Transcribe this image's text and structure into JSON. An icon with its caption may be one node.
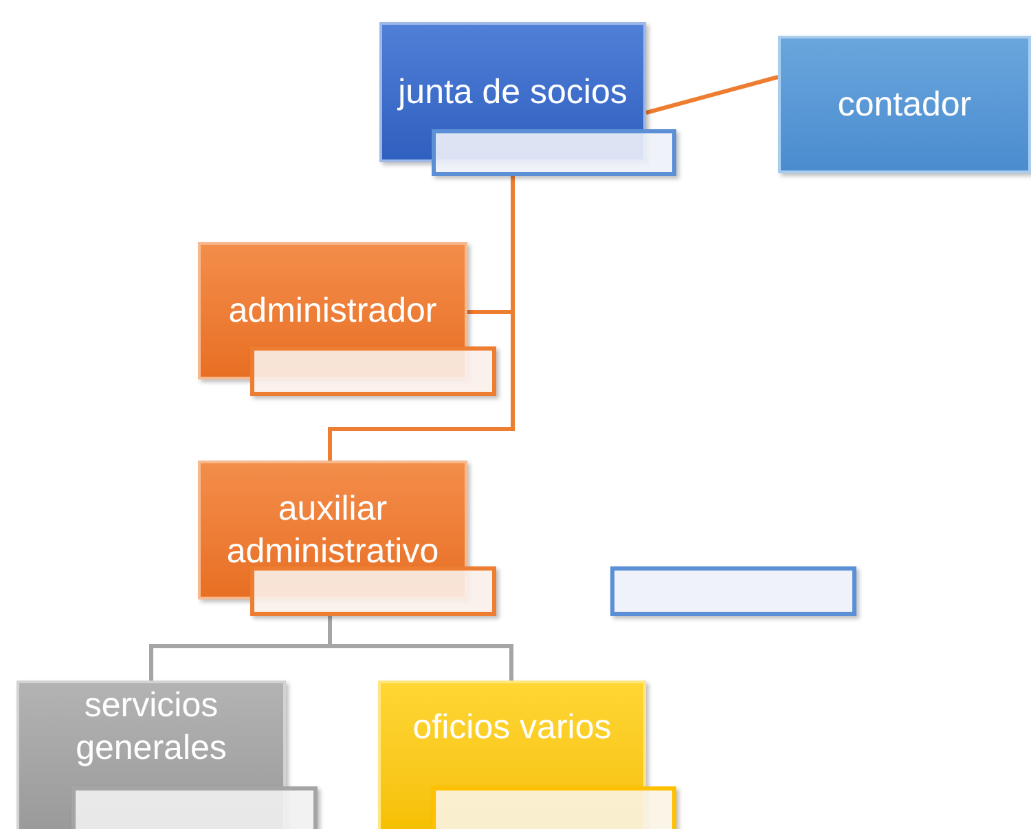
{
  "diagram": {
    "nodes": [
      {
        "text": [
          "junta de socios"
        ]
      },
      {
        "text": [],
        "shape": "box"
      },
      {
        "text": [
          "contador"
        ]
      },
      {
        "text": [
          "administrador"
        ]
      },
      {
        "text": [],
        "shape": "box"
      },
      {
        "text": [
          "auxiliar administrativo"
        ]
      },
      {
        "text": [],
        "shape": "box"
      },
      {
        "text": [],
        "shape": "box"
      },
      {
        "text": [
          "servicios generales"
        ]
      },
      {
        "text": [],
        "shape": "box"
      },
      {
        "text": [
          "oficios varios"
        ]
      },
      {
        "text": [],
        "shape": "box"
      }
    ],
    "edges": [
      {
        "from": 0,
        "to": 2,
        "arrow": "none"
      },
      {
        "from": 1,
        "to": 3,
        "arrow": "none"
      },
      {
        "from": 1,
        "to": 5,
        "arrow": "none"
      },
      {
        "from": 6,
        "to": 8,
        "arrow": "none",
        "color": "#a5a5a5"
      },
      {
        "from": 6,
        "to": 10,
        "arrow": "none",
        "color": "#a5a5a5"
      }
    ]
  }
}
